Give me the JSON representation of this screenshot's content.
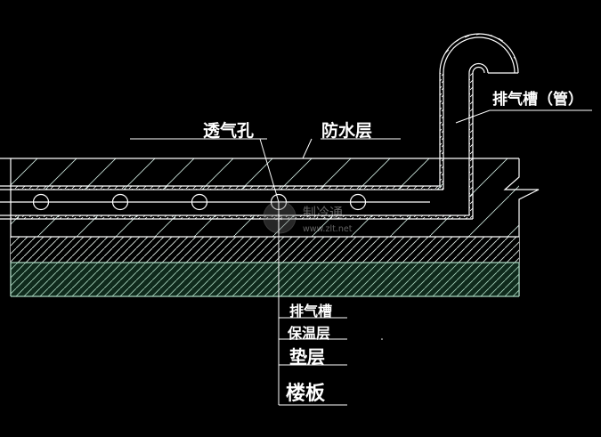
{
  "drawing": {
    "title": "屋面排气槽构造详图",
    "background_color": "#000000",
    "line_color": "#ffffff",
    "hatch_color": "#cfe8df",
    "green_layer_color": "#0f2a1c"
  },
  "labels": {
    "vent_pipe": "排气槽（管）",
    "vent_hole": "透气孔",
    "waterproof_layer": "防水层"
  },
  "layer_stack": [
    {
      "label": "排气槽"
    },
    {
      "label": "保温层"
    },
    {
      "label": "垫层"
    },
    {
      "label": "楼板"
    }
  ],
  "watermark": {
    "brand": "制冷通",
    "url": "www.zlt.net"
  }
}
